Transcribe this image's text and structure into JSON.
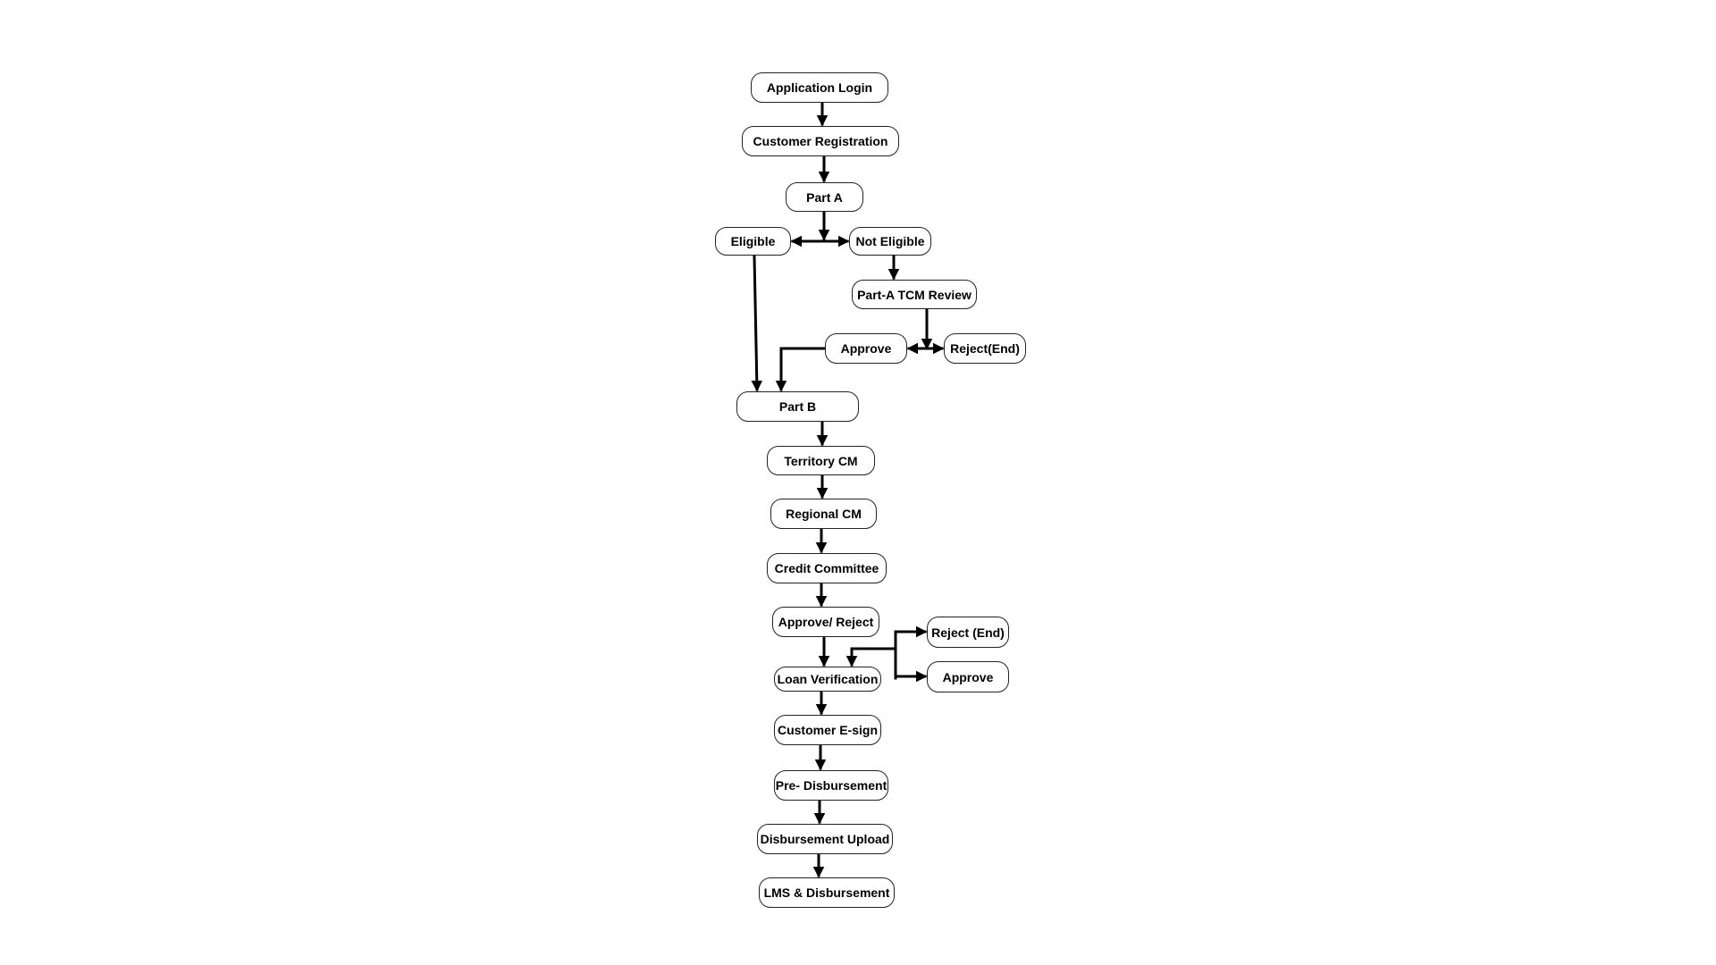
{
  "diagram": {
    "nodes": {
      "application_login": "Application Login",
      "customer_registration": "Customer Registration",
      "part_a": "Part A",
      "eligible": "Eligible",
      "not_eligible": "Not Eligible",
      "part_a_tcm_review": "Part-A TCM Review",
      "approve_1": "Approve",
      "reject_end_1": "Reject(End)",
      "part_b": "Part B",
      "territory_cm": "Territory CM",
      "regional_cm": "Regional CM",
      "credit_committee": "Credit Committee",
      "approve_reject": "Approve/ Reject",
      "loan_verification": "Loan Verification",
      "reject_end_2": "Reject (End)",
      "approve_2": "Approve",
      "customer_esign": "Customer E-sign",
      "pre_disbursement": "Pre- Disbursement",
      "disbursement_upload": "Disbursement Upload",
      "lms_disbursement": "LMS & Disbursement"
    },
    "colors": {
      "background": "#ffffff",
      "border": "#222222",
      "text": "#000000",
      "arrow": "#000000"
    }
  }
}
